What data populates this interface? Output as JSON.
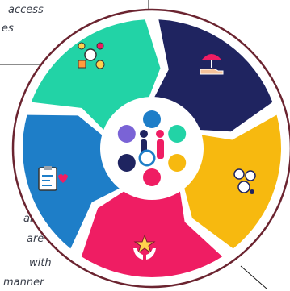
{
  "text_fragments": {
    "top_left_line1": "access",
    "top_left_line2": "es",
    "bottom_left_line1": "are",
    "bottom_left_line2": "are",
    "bottom_left_line3": "with",
    "bottom_left_line4": "manner"
  },
  "colors": {
    "ring": "#6b2430",
    "segment_top_left": "#22d3a6",
    "segment_top_right": "#1f2460",
    "segment_right": "#f7b90f",
    "segment_bottom": "#ef1d63",
    "segment_left": "#1e7ec8",
    "connector_line": "#1a1a1a",
    "badge_face": "#ffffff"
  },
  "segments": [
    {
      "id": "top-left",
      "icon": "inclusive-network-icon"
    },
    {
      "id": "top-right",
      "icon": "health-insurance-hand-icon"
    },
    {
      "id": "right",
      "icon": "group-search-icon"
    },
    {
      "id": "bottom",
      "icon": "hands-holding-star-icon"
    },
    {
      "id": "left",
      "icon": "medical-clipboard-icon"
    }
  ],
  "center": {
    "icon": "disability-inclusion-icon"
  }
}
